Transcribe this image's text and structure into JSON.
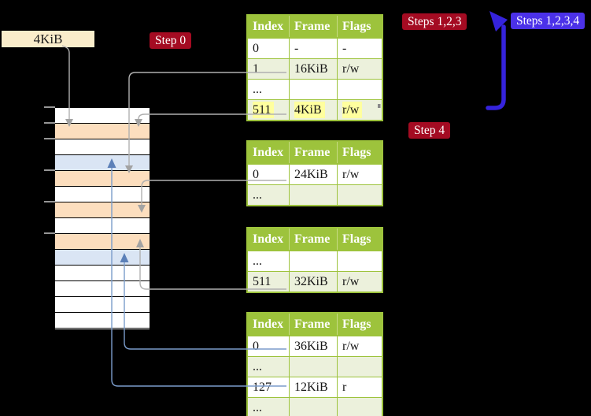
{
  "labels": {
    "page_size": "4KiB",
    "step0": "Step 0",
    "steps_123": "Steps 1,2,3",
    "steps_1234": "Steps 1,2,3,4",
    "step4": "Step 4"
  },
  "tables": [
    {
      "name": "level-4-page-table",
      "columns": [
        "Index",
        "Frame",
        "Flags"
      ],
      "rows": [
        {
          "cells": [
            "0",
            "-",
            "-"
          ]
        },
        {
          "cells": [
            "1",
            "16KiB",
            "r/w"
          ]
        },
        {
          "cells": [
            "...",
            "",
            ""
          ]
        },
        {
          "cells": [
            "511",
            "4KiB",
            "r/w"
          ],
          "highlight": true
        }
      ]
    },
    {
      "name": "level-3-page-table",
      "columns": [
        "Index",
        "Frame",
        "Flags"
      ],
      "rows": [
        {
          "cells": [
            "0",
            "24KiB",
            "r/w"
          ]
        },
        {
          "cells": [
            "...",
            "",
            ""
          ]
        }
      ]
    },
    {
      "name": "level-2-page-table",
      "columns": [
        "Index",
        "Frame",
        "Flags"
      ],
      "rows": [
        {
          "cells": [
            "...",
            "",
            ""
          ]
        },
        {
          "cells": [
            "511",
            "32KiB",
            "r/w"
          ]
        }
      ]
    },
    {
      "name": "level-1-page-table",
      "columns": [
        "Index",
        "Frame",
        "Flags"
      ],
      "rows": [
        {
          "cells": [
            "0",
            "36KiB",
            "r/w"
          ]
        },
        {
          "cells": [
            "...",
            "",
            ""
          ]
        },
        {
          "cells": [
            "127",
            "12KiB",
            "r"
          ]
        },
        {
          "cells": [
            "...",
            "",
            ""
          ]
        }
      ]
    }
  ],
  "memory_strip": {
    "rows": [
      "free",
      "page-table",
      "free",
      "mapped-page",
      "page-table",
      "free",
      "page-table",
      "free",
      "page-table",
      "mapped-page",
      "free",
      "free",
      "free",
      "free"
    ]
  },
  "colors": {
    "table_header_green": "#9DC33C",
    "table_row_green": "#ECF1DC",
    "highlight_yellow": "#FFFF9E",
    "page_table_peach": "#FCDEBE",
    "mapped_page_blue": "#DAE5F4",
    "step_badge_red": "#A40B22",
    "steps_badge_blue": "#4B31E8",
    "recursive_arrow_blue": "#3523DC",
    "pointer_gray": "#B0B0B0",
    "pointer_blue": "#7B9CCB",
    "page_size_label_cream": "#FAEDCB"
  }
}
